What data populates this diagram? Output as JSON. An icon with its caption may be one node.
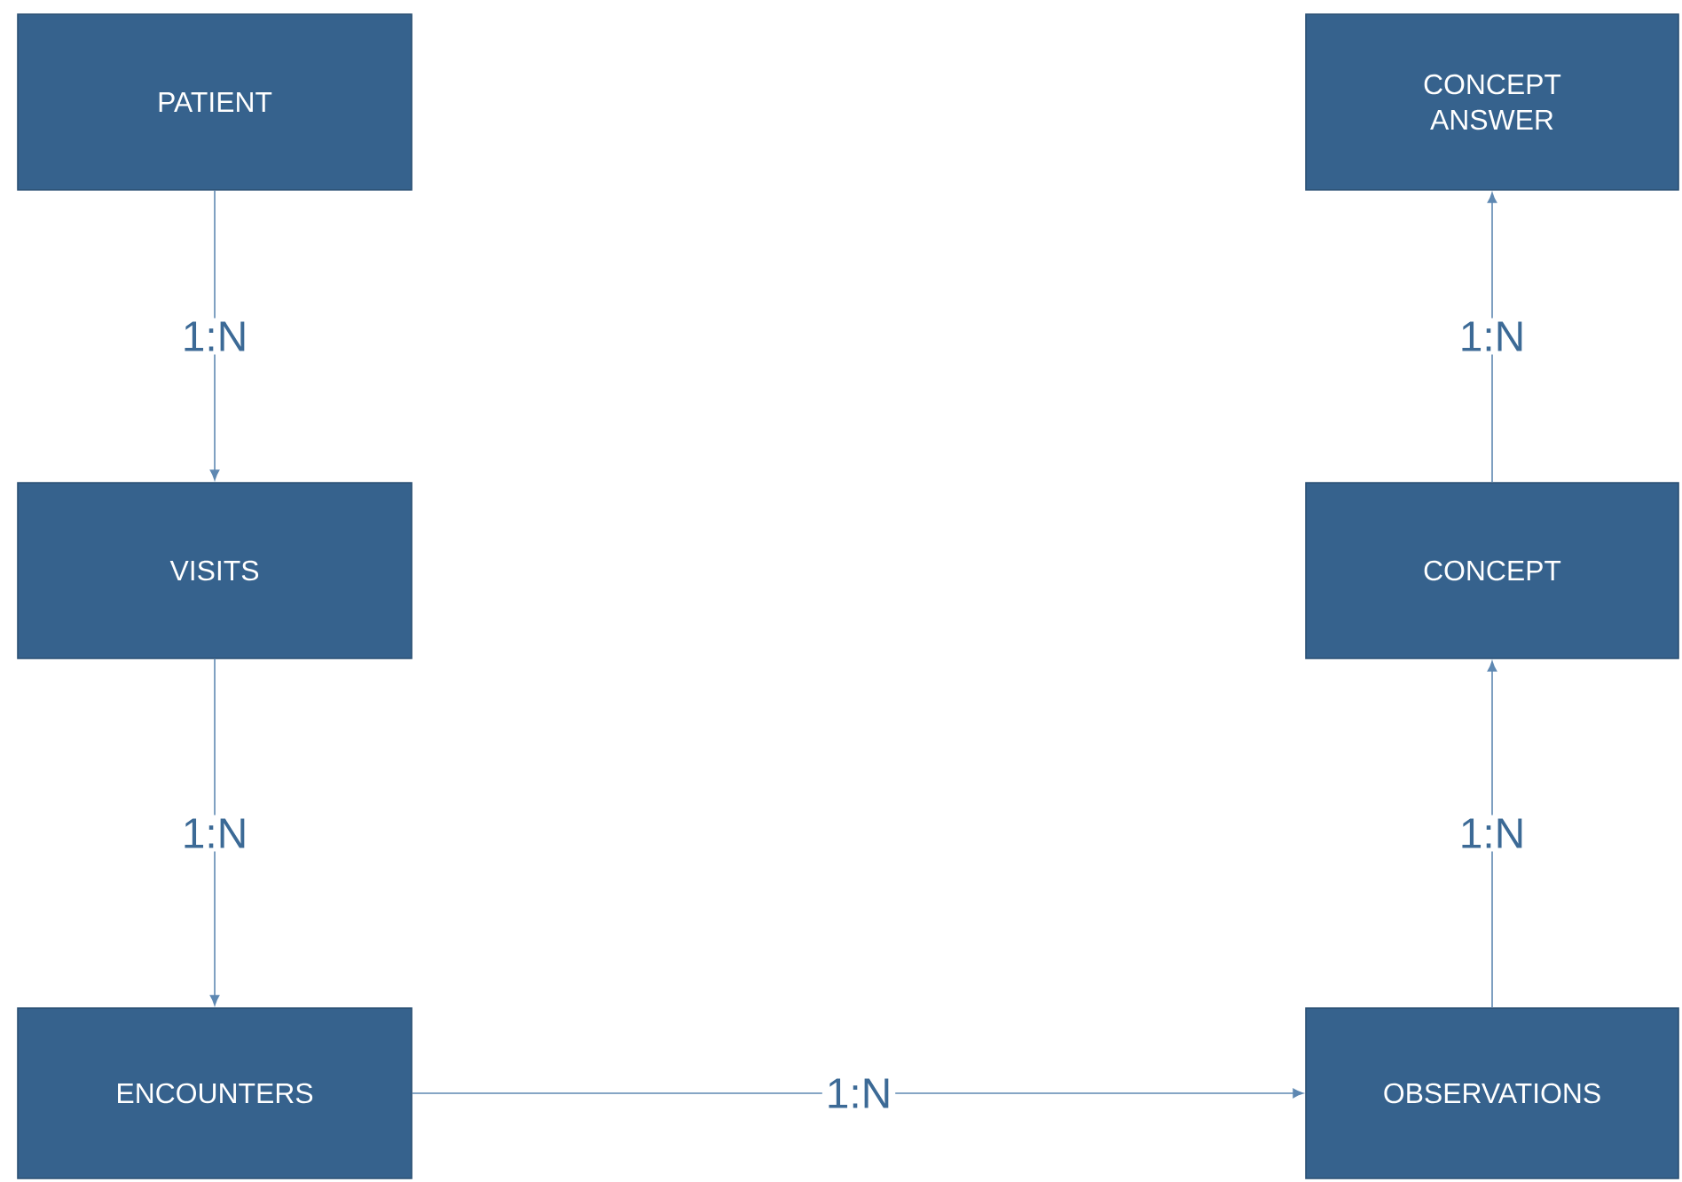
{
  "diagram": {
    "nodes": [
      {
        "text": [
          "PATIENT"
        ]
      },
      {
        "text": [
          "CONCEPT ANSWER"
        ]
      },
      {
        "text": [
          "VISITS"
        ]
      },
      {
        "text": [
          "CONCEPT"
        ]
      },
      {
        "text": [
          "ENCOUNTERS"
        ]
      },
      {
        "text": [
          "OBSERVATIONS"
        ]
      }
    ],
    "edges": [
      {
        "from": 0,
        "to": 2,
        "arrow": "to",
        "label": "1:N"
      },
      {
        "from": 2,
        "to": 4,
        "arrow": "to",
        "label": "1:N"
      },
      {
        "from": 4,
        "to": 5,
        "arrow": "to",
        "label": "1:N"
      },
      {
        "from": 5,
        "to": 3,
        "arrow": "to",
        "label": "1:N"
      },
      {
        "from": 3,
        "to": 1,
        "arrow": "to",
        "label": "1:N"
      }
    ]
  }
}
